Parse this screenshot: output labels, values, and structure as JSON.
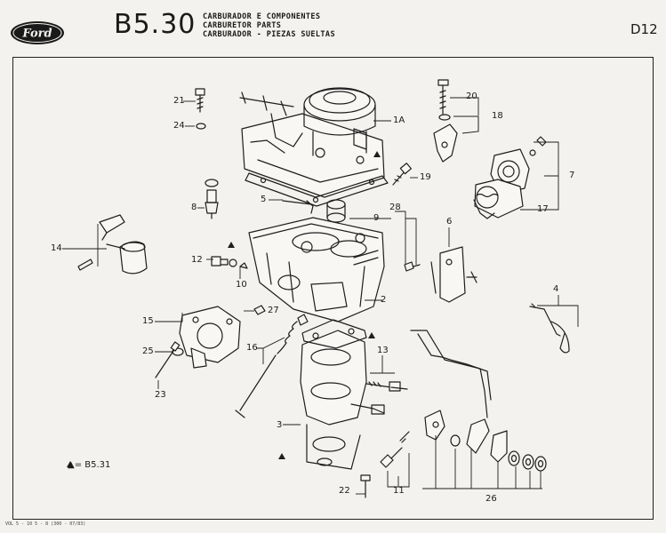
{
  "header": {
    "brand": "Ford",
    "section_code": "B5.30",
    "titles": [
      "CARBURADOR E COMPONENTES",
      "CARBURETOR PARTS",
      "CARBURADOR - PIEZAS SUELTAS"
    ],
    "page_id": "D12"
  },
  "callouts": [
    {
      "id": "21",
      "text": "21"
    },
    {
      "id": "24",
      "text": "24"
    },
    {
      "id": "1a",
      "text": "1A"
    },
    {
      "id": "20",
      "text": "20"
    },
    {
      "id": "18",
      "text": "18"
    },
    {
      "id": "19",
      "text": "19"
    },
    {
      "id": "7",
      "text": "7"
    },
    {
      "id": "17",
      "text": "17"
    },
    {
      "id": "8",
      "text": "8"
    },
    {
      "id": "5",
      "text": "5"
    },
    {
      "id": "9",
      "text": "9"
    },
    {
      "id": "28",
      "text": "28"
    },
    {
      "id": "6",
      "text": "6"
    },
    {
      "id": "14",
      "text": "14"
    },
    {
      "id": "12",
      "text": "12"
    },
    {
      "id": "10",
      "text": "10"
    },
    {
      "id": "2",
      "text": "2"
    },
    {
      "id": "4",
      "text": "4"
    },
    {
      "id": "15",
      "text": "15"
    },
    {
      "id": "27",
      "text": "27"
    },
    {
      "id": "16",
      "text": "16"
    },
    {
      "id": "25",
      "text": "25"
    },
    {
      "id": "23",
      "text": "23"
    },
    {
      "id": "13",
      "text": "13"
    },
    {
      "id": "3",
      "text": "3"
    },
    {
      "id": "22",
      "text": "22"
    },
    {
      "id": "11",
      "text": "11"
    },
    {
      "id": "26",
      "text": "26"
    }
  ],
  "legend": "▲= B5.31",
  "footer": "VOL 5 - 10 5 - 8 (300 - 07/83)"
}
